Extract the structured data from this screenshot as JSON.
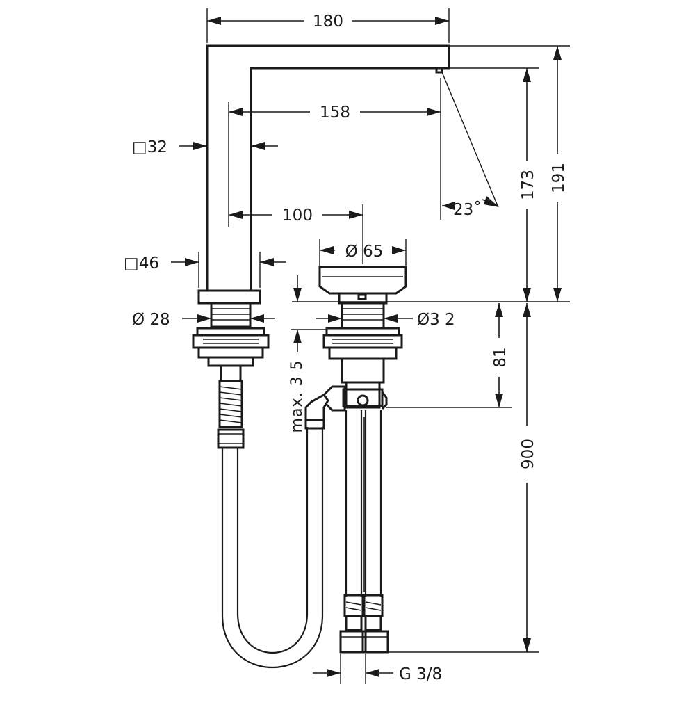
{
  "dimensions": {
    "width_180": "180",
    "reach_158": "158",
    "reach_100": "100",
    "square_32": "□32",
    "square_46": "□46",
    "dia_65": "Ø 65",
    "dia_28": "Ø 28",
    "dia_32": "Ø3 2",
    "angle_23": "23˚",
    "height_173": "173",
    "height_191": "191",
    "depth_81": "81",
    "max_35": "max. 3 5",
    "hose_900": "900",
    "thread_g38": "G 3/8"
  }
}
